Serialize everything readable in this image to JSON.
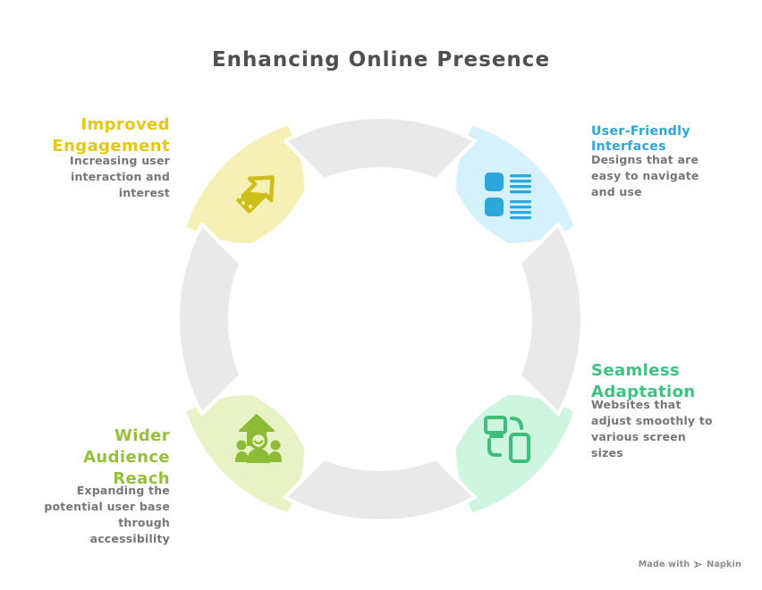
{
  "title": "Enhancing Online Presence",
  "title_color": "#4F4F4F",
  "background_color": "#FFFFFF",
  "body_text_color": "#767676",
  "diagram": {
    "type": "cycle-ring",
    "ring_color": "#E9E9E9",
    "separator_color": "#FFFFFF"
  },
  "segments": [
    {
      "id": "improved-engagement",
      "position": "top-left",
      "heading": "Improved\nEngagement",
      "heading_color": "#E6C713",
      "body": "Increasing user\ninteraction and\ninterest",
      "fill": "#F7F0B4",
      "icon": "engagement-arrow-icon",
      "icon_color": "#CDBE1A",
      "sparkle_color": "#FAF4C4"
    },
    {
      "id": "user-friendly-interfaces",
      "position": "top-right",
      "heading": "User-Friendly\nInterfaces",
      "heading_color": "#29A7DB",
      "body": "Designs that are\neasy to navigate\nand use",
      "fill": "#D5F1FC",
      "icon": "interface-list-icon",
      "icon_color": "#2BA7DC"
    },
    {
      "id": "seamless-adaptation",
      "position": "bottom-right",
      "heading": "Seamless\nAdaptation",
      "heading_color": "#3FC180",
      "body": "Websites that\nadjust smoothly to\nvarious screen\nsizes",
      "fill": "#CEF5E0",
      "icon": "responsive-devices-icon",
      "icon_color": "#3DBE7A"
    },
    {
      "id": "wider-audience-reach",
      "position": "bottom-left",
      "heading": "Wider\nAudience\nReach",
      "heading_color": "#96C03A",
      "body": "Expanding the\npotential user base\nthrough\naccessibility",
      "fill": "#E7F3C4",
      "icon": "audience-growth-icon",
      "icon_color": "#8CBB37"
    }
  ],
  "watermark": {
    "prefix": "Made with",
    "brand": "Napkin",
    "icon": "napkin-pen-icon",
    "color": "#8C8C8C"
  }
}
